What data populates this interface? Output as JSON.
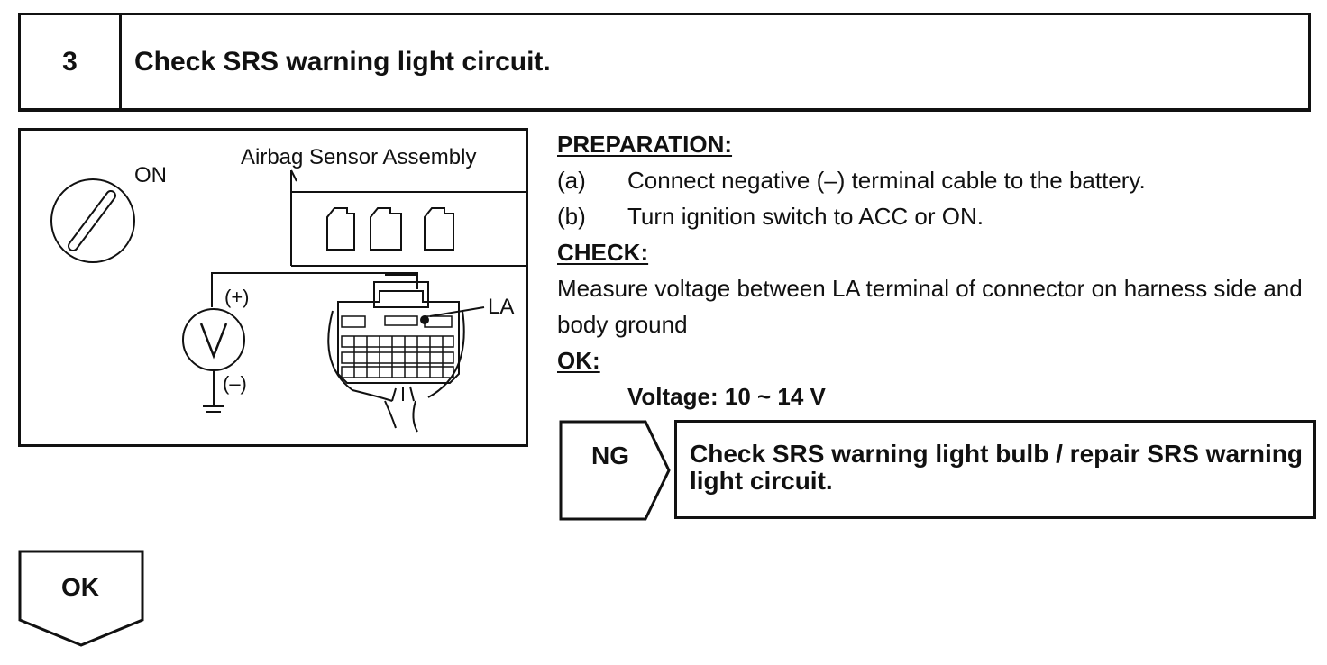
{
  "header": {
    "step_number": "3",
    "title": "Check SRS warning light circuit."
  },
  "illustration": {
    "on_label": "ON",
    "assembly_label": "Airbag Sensor Assembly",
    "terminal_label": "LA",
    "positive_label": "(+)",
    "negative_label": "(–)",
    "meter_label": "V"
  },
  "preparation": {
    "heading": "PREPARATION:",
    "steps": [
      {
        "letter": "(a)",
        "text": "Connect negative (–) terminal cable to the battery."
      },
      {
        "letter": "(b)",
        "text": "Turn ignition switch to ACC or ON."
      }
    ]
  },
  "check": {
    "heading": "CHECK:",
    "text": "Measure voltage between LA terminal of connector on harness side and body ground"
  },
  "ok_spec": {
    "heading": "OK:",
    "value": "Voltage: 10 ~ 14 V"
  },
  "ng": {
    "label": "NG",
    "result": "Check SRS warning light bulb / repair SRS warning light circuit."
  },
  "ok_branch": {
    "label": "OK"
  }
}
